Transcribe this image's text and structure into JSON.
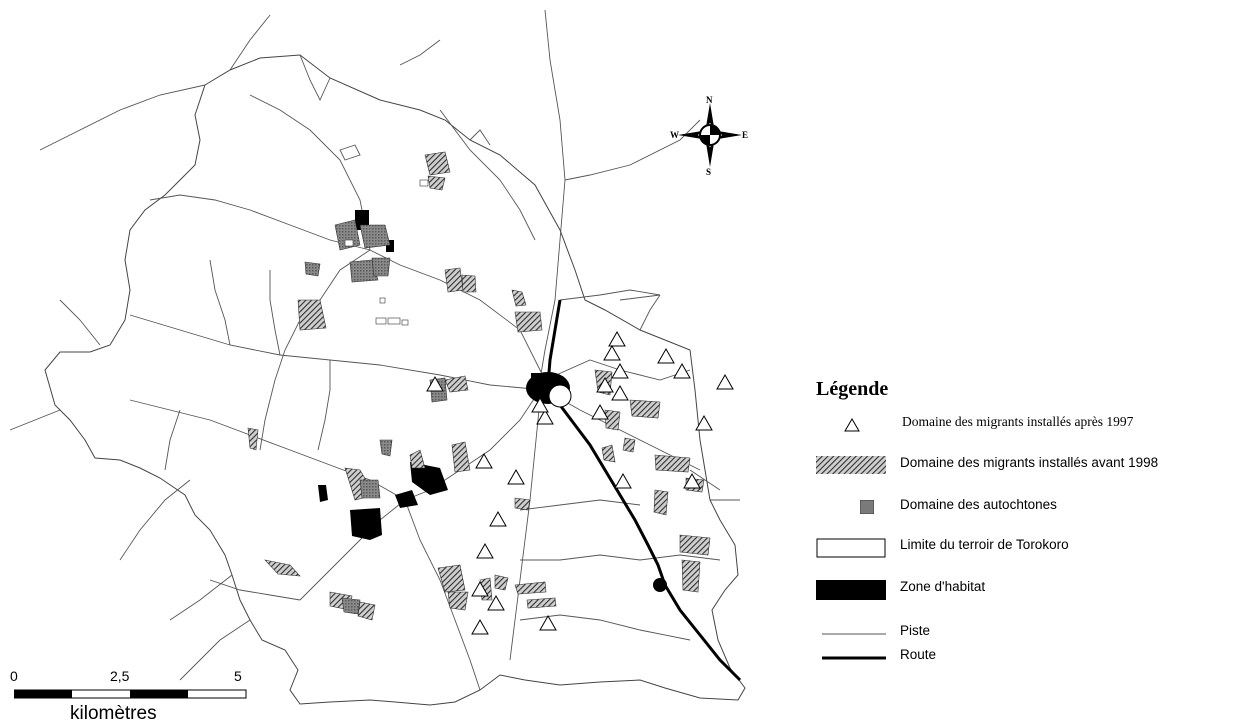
{
  "legend": {
    "title": "Légende",
    "items": [
      {
        "id": "migrants-apres-1997",
        "label": "Domaine des migrants installés après 1997",
        "symbol": "triangle-icon"
      },
      {
        "id": "migrants-avant-1998",
        "label": "Domaine des migrants installés avant 1998",
        "symbol": "hatch-swatch"
      },
      {
        "id": "autochtones",
        "label": "Domaine des autochtones",
        "symbol": "grey-square"
      },
      {
        "id": "limite-terroir",
        "label": "Limite du terroir de Torokoro",
        "symbol": "outline-box"
      },
      {
        "id": "zone-habitat",
        "label": "Zone d'habitat",
        "symbol": "black-box"
      },
      {
        "id": "piste",
        "label": "Piste",
        "symbol": "thin-line"
      },
      {
        "id": "route",
        "label": "Route",
        "symbol": "thick-line"
      }
    ]
  },
  "scale_bar": {
    "ticks": [
      "0",
      "2,5",
      "5"
    ],
    "unit": "kilomètres"
  },
  "compass": {
    "north": "N",
    "south": "S",
    "east": "E",
    "west": "W"
  },
  "colors": {
    "boundary": "#444444",
    "track": "#555555",
    "road": "#000000",
    "habitat": "#000000",
    "autochtones": "#7a7a7a",
    "hatch": "#3a3a3a"
  }
}
